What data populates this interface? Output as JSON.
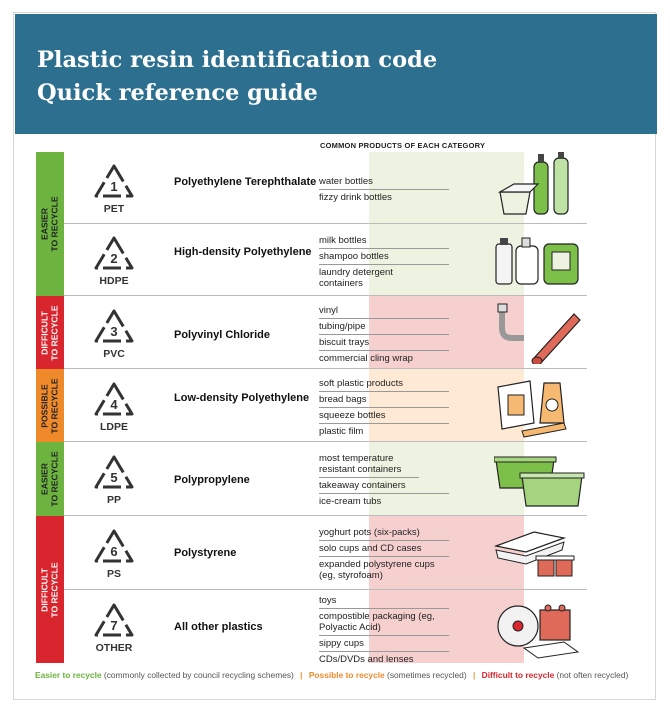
{
  "header": {
    "title_line1": "Plastic resin identification code",
    "title_line2": "Quick reference guide"
  },
  "column_header": "COMMON PRODUCTS OF EACH CATEGORY",
  "colors": {
    "header": "#2d6f8f",
    "easier_band": "#6cb33f",
    "easier_bg": "#eef3e1",
    "difficult_band": "#d9262e",
    "difficult_bg": "#f6cfcf",
    "possible_band": "#ef8a2b",
    "possible_bg": "#fde9d4"
  },
  "bands": [
    {
      "line1": "Easier",
      "line2": "to recycle"
    },
    {
      "line1": "Difficult",
      "line2": "to recycle"
    },
    {
      "line1": "Possible",
      "line2": "to recycle"
    },
    {
      "line1": "Easier",
      "line2": "to recycle"
    },
    {
      "line1": "Difficult",
      "line2": "to recycle"
    }
  ],
  "rows": [
    {
      "code": "1",
      "abbr": "PET",
      "name": "Polyethylene Terephthalate",
      "products": [
        "water bottles",
        "fizzy drink bottles"
      ]
    },
    {
      "code": "2",
      "abbr": "HDPE",
      "name": "High-density Polyethylene",
      "products": [
        "milk bottles",
        "shampoo bottles",
        "laundry detergent containers"
      ]
    },
    {
      "code": "3",
      "abbr": "PVC",
      "name": "Polyvinyl Chloride",
      "products": [
        "vinyl",
        "tubing/pipe",
        "biscuit trays",
        "commercial cling wrap"
      ]
    },
    {
      "code": "4",
      "abbr": "LDPE",
      "name": "Low-density Polyethylene",
      "products": [
        "soft plastic products",
        "bread bags",
        "squeeze bottles",
        "plastic film"
      ]
    },
    {
      "code": "5",
      "abbr": "PP",
      "name": "Polypropylene",
      "products": [
        "most temperature resistant containers",
        "takeaway containers",
        "ice-cream tubs"
      ]
    },
    {
      "code": "6",
      "abbr": "PS",
      "name": "Polystyrene",
      "products": [
        "yoghurt pots (six-packs)",
        "solo cups and CD cases",
        "expanded polystyrene cups (eg, styrofoam)"
      ]
    },
    {
      "code": "7",
      "abbr": "OTHER",
      "name": "All other plastics",
      "products": [
        "toys",
        "compostible packaging (eg, Polyactic Acid)",
        "sippy cups",
        "CDs/DVDs and lenses"
      ]
    }
  ],
  "legend": {
    "easier_label": "Easier to recycle",
    "easier_note": "(commonly collected by council recycling schemes)",
    "possible_label": "Possible to recycle",
    "possible_note": "(sometimes recycled)",
    "difficult_label": "Difficult to recycle",
    "difficult_note": "(not often recycled)",
    "separator": "|"
  }
}
